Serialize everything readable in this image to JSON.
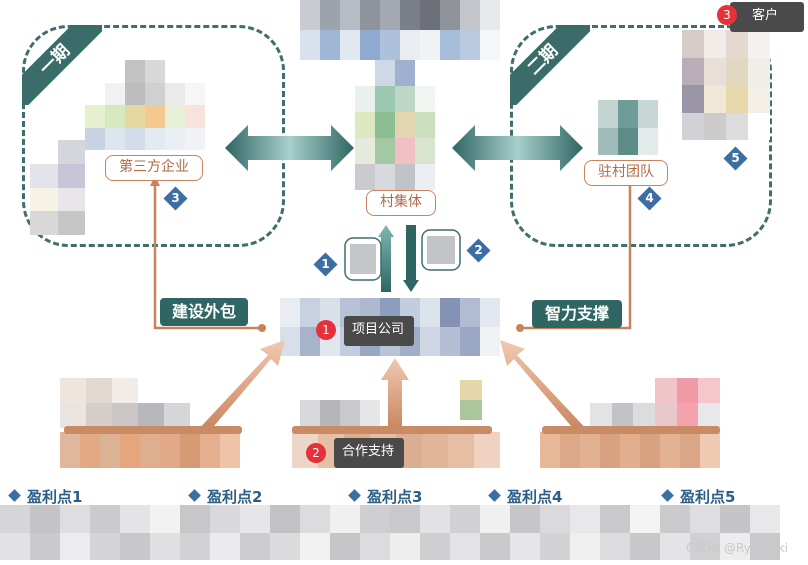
{
  "groups": {
    "group1": "一期",
    "group2": "二期"
  },
  "entities": {
    "third_party": "第三方企业",
    "village": "村集体",
    "resident_team": "驻村团队",
    "project_company": "项目公司"
  },
  "flows": {
    "construction": "建设外包",
    "intellectual": "智力支撑"
  },
  "markers": [
    "1",
    "2",
    "3",
    "4",
    "5"
  ],
  "tooltips": [
    {
      "num": "3",
      "text": "客户"
    },
    {
      "num": "1",
      "text": "项目公司"
    },
    {
      "num": "2",
      "text": "合作支持"
    }
  ],
  "profit_points": [
    "盈利点1",
    "盈利点2",
    "盈利点3",
    "盈利点4",
    "盈利点5"
  ],
  "watermark": "CSDN @Ryo_Yuki",
  "colors": {
    "teal": "#2f6663",
    "copper": "#c9835c",
    "blue": "#3d6ea3",
    "red": "#e5323a"
  }
}
